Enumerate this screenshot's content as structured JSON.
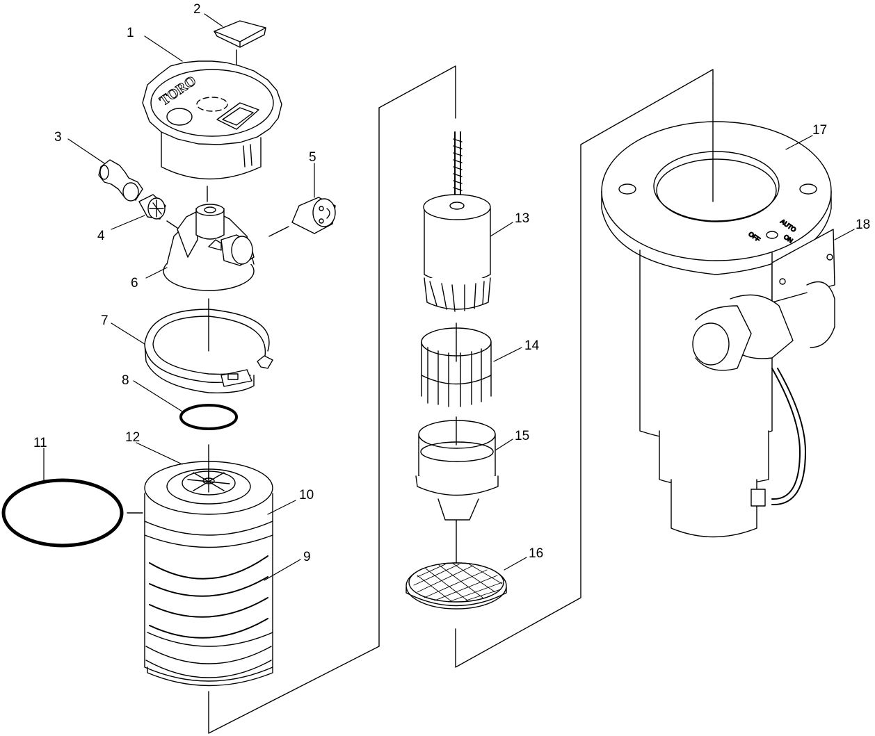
{
  "diagram": {
    "callouts": [
      {
        "id": "1",
        "label": "1"
      },
      {
        "id": "2",
        "label": "2"
      },
      {
        "id": "3",
        "label": "3"
      },
      {
        "id": "4",
        "label": "4"
      },
      {
        "id": "5",
        "label": "5"
      },
      {
        "id": "6",
        "label": "6"
      },
      {
        "id": "7",
        "label": "7"
      },
      {
        "id": "8",
        "label": "8"
      },
      {
        "id": "9",
        "label": "9"
      },
      {
        "id": "10",
        "label": "10"
      },
      {
        "id": "11",
        "label": "11"
      },
      {
        "id": "12",
        "label": "12"
      },
      {
        "id": "13",
        "label": "13"
      },
      {
        "id": "14",
        "label": "14"
      },
      {
        "id": "15",
        "label": "15"
      },
      {
        "id": "16",
        "label": "16"
      },
      {
        "id": "17",
        "label": "17"
      },
      {
        "id": "18",
        "label": "18"
      }
    ],
    "cap_logo": "TORO",
    "selector_labels": {
      "off": "OFF",
      "auto": "AUTO",
      "on": "ON"
    }
  },
  "colors": {
    "line": "#000000",
    "background": "#ffffff",
    "shade": "#d8d8d8"
  }
}
